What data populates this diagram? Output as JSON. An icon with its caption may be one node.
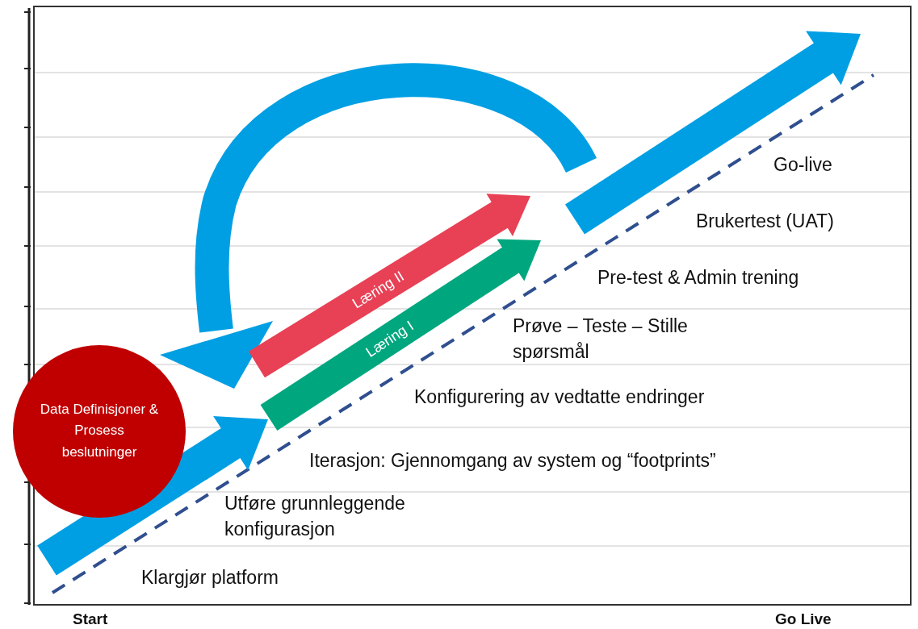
{
  "diagram": {
    "nodes": [
      {
        "text": [
          "Data Definisjoner & Prosess beslutninger"
        ]
      },
      {
        "text": [
          "Læring II"
        ]
      },
      {
        "text": [
          "Læring I"
        ]
      }
    ],
    "labels": [
      "Go-live",
      "Brukertest (UAT)",
      "Pre-test & Admin trening",
      "Prøve – Teste – Stille spørsmål",
      "Konfigurering av vedtatte endringer",
      "Iterasjon: Gjennomgang av system og “footprints”",
      "Utføre grunnleggende konfigurasjon",
      "Klargjør platform",
      "Start",
      "Go Live"
    ]
  }
}
